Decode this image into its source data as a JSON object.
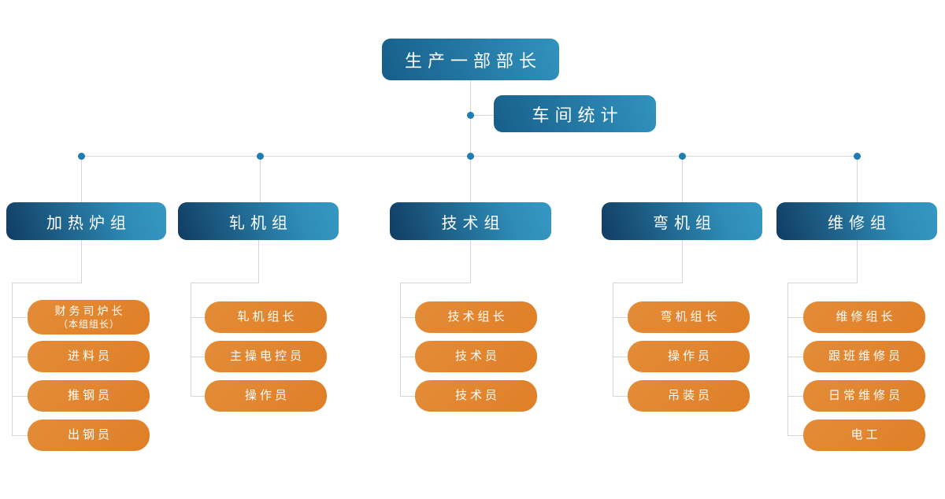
{
  "colors": {
    "background": "#ffffff",
    "line": "#d6d6d6",
    "dot": "#1e7db2",
    "top_grad_start": "#175e8a",
    "top_grad_end": "#3193be",
    "group_grad_start": "#113c62",
    "group_grad_mid": "#2e8db8",
    "group_grad_end": "#3698c3",
    "orange": "#df7f27",
    "orange_light": "#e48c38",
    "node_text": "#ffffff"
  },
  "root": {
    "label": "生产一部部长"
  },
  "statistics": {
    "label": "车间统计"
  },
  "columns": [
    {
      "header": "加热炉组",
      "items": [
        {
          "label": "财务司炉长",
          "sublabel": "（本组组长）"
        },
        {
          "label": "进料员"
        },
        {
          "label": "推钢员"
        },
        {
          "label": "出钢员"
        }
      ]
    },
    {
      "header": "轧机组",
      "items": [
        {
          "label": "轧机组长"
        },
        {
          "label": "主操电控员"
        },
        {
          "label": "操作员"
        }
      ]
    },
    {
      "header": "技术组",
      "items": [
        {
          "label": "技术组长"
        },
        {
          "label": "技术员"
        },
        {
          "label": "技术员"
        }
      ]
    },
    {
      "header": "弯机组",
      "items": [
        {
          "label": "弯机组长"
        },
        {
          "label": "操作员"
        },
        {
          "label": "吊装员"
        }
      ]
    },
    {
      "header": "维修组",
      "items": [
        {
          "label": "维修组长"
        },
        {
          "label": "跟班维修员"
        },
        {
          "label": "日常维修员"
        },
        {
          "label": "电工"
        }
      ]
    }
  ]
}
